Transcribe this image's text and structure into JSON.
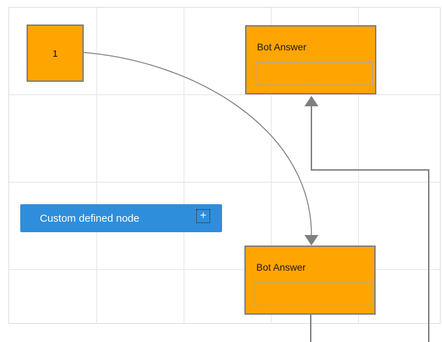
{
  "diagram": {
    "nodes": {
      "start": {
        "label": "1"
      },
      "bot_answer_top": {
        "title": "Bot Answer",
        "input_value": ""
      },
      "bot_answer_bottom": {
        "title": "Bot Answer",
        "input_value": ""
      },
      "custom": {
        "label": "Custom defined node",
        "add_button_glyph": "+"
      }
    },
    "icons": {
      "add_icon": "plus-icon",
      "arrow_up": "arrowhead-up-icon",
      "arrow_down": "arrowhead-down-icon"
    },
    "colors": {
      "node_orange": "#FFA502",
      "node_blue": "#2E8EDC",
      "node_border_gray": "#7F7F7F",
      "connector_gray": "#7F7F7F",
      "grid_line": "#E4E4E4",
      "canvas_border": "#DCDCDC",
      "bot_input_border": "#A8A8A8",
      "title_text": "#1A1A1A",
      "custom_text": "#FFFFFF"
    },
    "grid": {
      "vertical_lines_x": [
        125,
        250,
        375,
        500
      ],
      "horizontal_lines_y": [
        124,
        249,
        374
      ]
    }
  }
}
